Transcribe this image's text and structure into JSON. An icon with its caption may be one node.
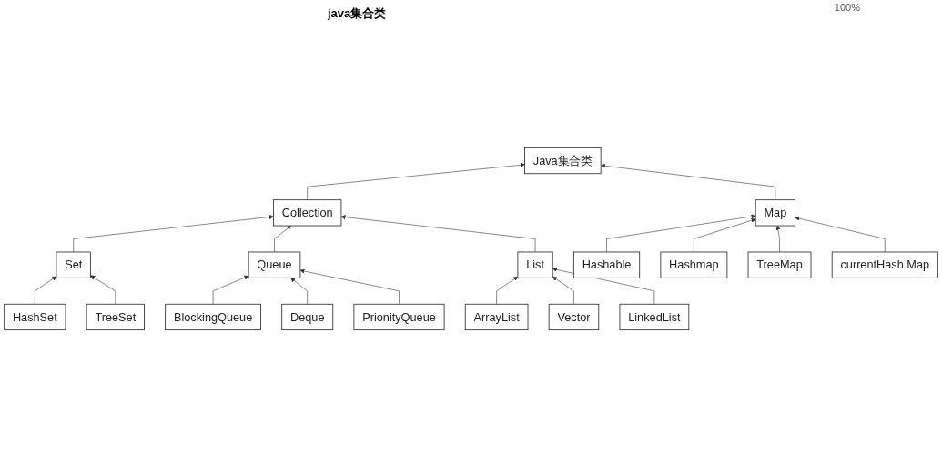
{
  "diagram": {
    "title": "java集合类",
    "nodes": [
      {
        "text": [
          "Java集合类"
        ]
      },
      {
        "text": [
          "Collection"
        ]
      },
      {
        "text": [
          "Map"
        ]
      },
      {
        "text": [
          "Set"
        ]
      },
      {
        "text": [
          "Queue"
        ]
      },
      {
        "text": [
          "List"
        ]
      },
      {
        "text": [
          "HashSet"
        ]
      },
      {
        "text": [
          "TreeSet"
        ]
      },
      {
        "text": [
          "BlockingQueue"
        ]
      },
      {
        "text": [
          "Deque"
        ]
      },
      {
        "text": [
          "PrionityQueue"
        ]
      },
      {
        "text": [
          "ArrayList"
        ]
      },
      {
        "text": [
          "Vector"
        ]
      },
      {
        "text": [
          "LinkedList"
        ]
      },
      {
        "text": [
          "Hashable"
        ]
      },
      {
        "text": [
          "Hashmap"
        ]
      },
      {
        "text": [
          "TreeMap"
        ]
      },
      {
        "text": [
          "currentHash Map"
        ]
      }
    ],
    "edges": [
      {
        "from": 1,
        "to": 0,
        "arrow": "to"
      },
      {
        "from": 2,
        "to": 0,
        "arrow": "to"
      },
      {
        "from": 3,
        "to": 1,
        "arrow": "to"
      },
      {
        "from": 4,
        "to": 1,
        "arrow": "to"
      },
      {
        "from": 5,
        "to": 1,
        "arrow": "to"
      },
      {
        "from": 6,
        "to": 3,
        "arrow": "to"
      },
      {
        "from": 7,
        "to": 3,
        "arrow": "to"
      },
      {
        "from": 8,
        "to": 4,
        "arrow": "to"
      },
      {
        "from": 9,
        "to": 4,
        "arrow": "to"
      },
      {
        "from": 10,
        "to": 4,
        "arrow": "to"
      },
      {
        "from": 11,
        "to": 5,
        "arrow": "to"
      },
      {
        "from": 12,
        "to": 5,
        "arrow": "to"
      },
      {
        "from": 13,
        "to": 5,
        "arrow": "to"
      },
      {
        "from": 14,
        "to": 2,
        "arrow": "to"
      },
      {
        "from": 15,
        "to": 2,
        "arrow": "to"
      },
      {
        "from": 16,
        "to": 2,
        "arrow": "to"
      },
      {
        "from": 17,
        "to": 2,
        "arrow": "to"
      }
    ],
    "labels": [
      "100%"
    ]
  }
}
